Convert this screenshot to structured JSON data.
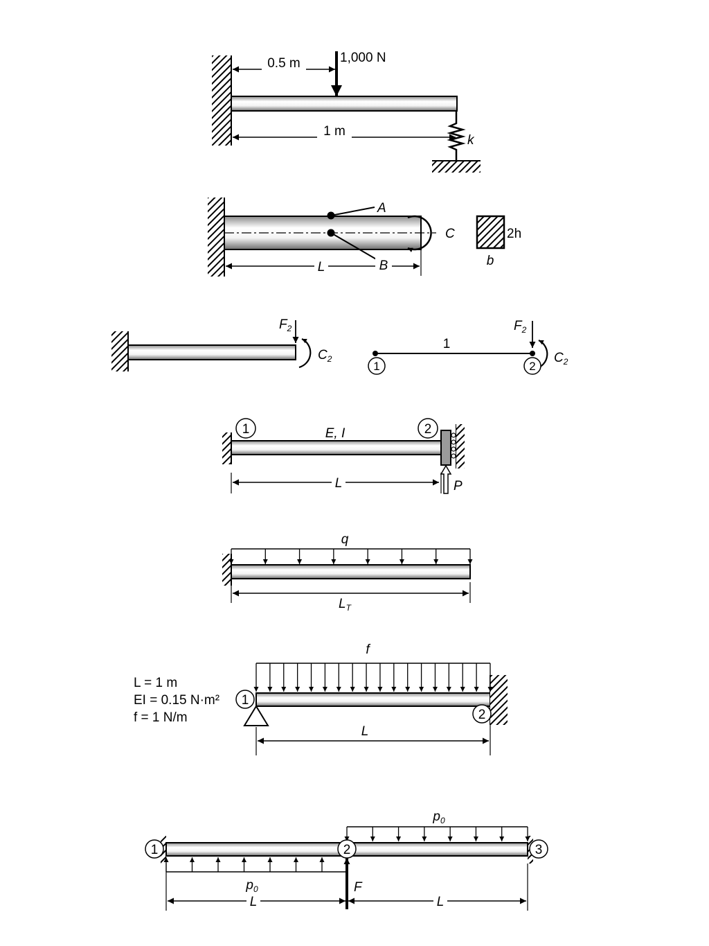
{
  "fig1": {
    "dist_label": "0.5 m",
    "force_label": "1,000 N",
    "length_label": "1 m",
    "spring_label": "k"
  },
  "fig2": {
    "point_a": "A",
    "point_b": "B",
    "torque_label": "C",
    "length_label": "L",
    "section_height": "2h",
    "section_width": "b"
  },
  "fig3": {
    "force_label": "F",
    "force_sub": "2",
    "moment_label": "C",
    "moment_sub": "2",
    "element_label": "1",
    "node1": "1",
    "node2": "2"
  },
  "fig4": {
    "node1": "1",
    "node2": "2",
    "property_label": "E, I",
    "length_label": "L",
    "load_label": "P"
  },
  "fig5": {
    "load_label": "q",
    "length_label": "L",
    "length_sub": "T"
  },
  "fig6": {
    "load_label": "f",
    "params": [
      "L = 1 m",
      "EI = 0.15 N·m²",
      "f = 1 N/m"
    ],
    "node1": "1",
    "node2": "2",
    "length_label": "L"
  },
  "fig7": {
    "node1": "1",
    "node2": "2",
    "node3": "3",
    "top_load_label": "p",
    "top_load_sub": "0",
    "bottom_load_label": "p",
    "bottom_load_sub": "0",
    "force_label": "F",
    "length_left": "L",
    "length_right": "L"
  }
}
